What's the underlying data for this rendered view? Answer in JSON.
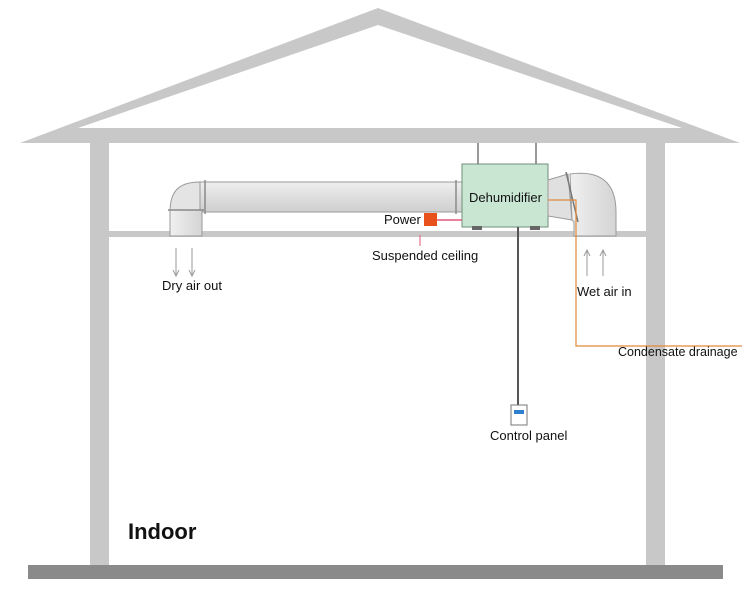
{
  "labels": {
    "dehumidifier": "Dehumidifier",
    "power": "Power",
    "suspended_ceiling": "Suspended ceiling",
    "dry_air_out": "Dry air out",
    "wet_air_in": "Wet air in",
    "condensate_drainage": "Condensate drainage",
    "control_panel": "Control panel",
    "indoor": "Indoor"
  },
  "colors": {
    "structure": "#c8c8c8",
    "ground": "#8a8a8a",
    "duct": "#e2e2e2",
    "duct_stroke": "#9a9a9a",
    "dehumidifier": "#c9e6d3",
    "power_box": "#e8501c",
    "power_wire": "#e05a7a",
    "drain_line": "#e08a3a",
    "cable": "#555555",
    "control_screen": "#2f7fd0"
  }
}
